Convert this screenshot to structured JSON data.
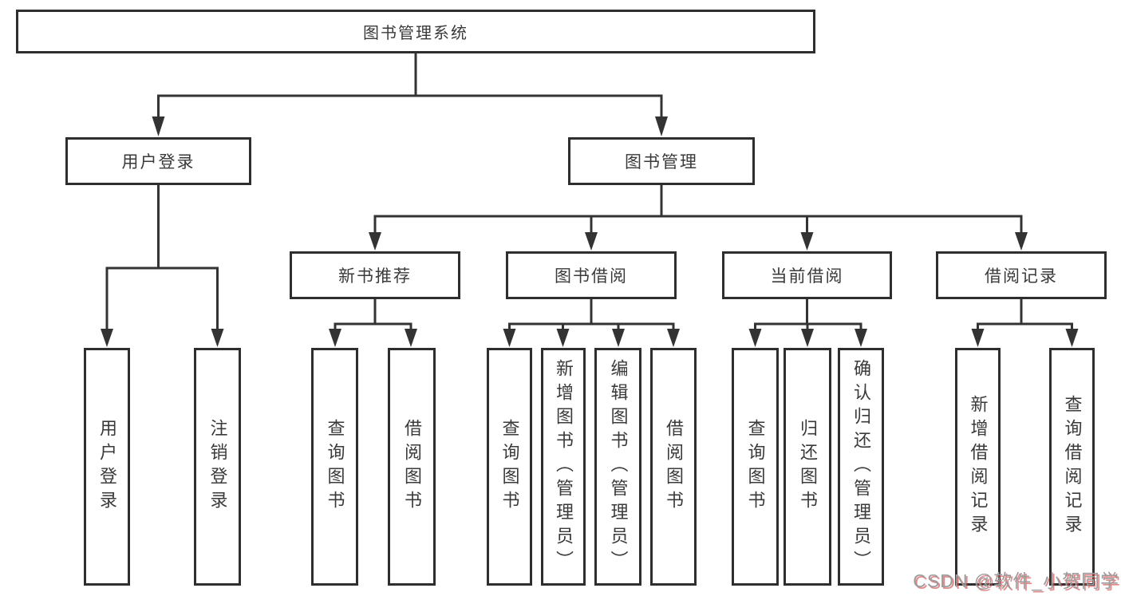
{
  "diagram_title": "图书管理系统",
  "tree": {
    "root": {
      "label": "图书管理系统"
    },
    "level1": [
      {
        "id": "user-login",
        "label": "用户登录"
      },
      {
        "id": "book-management",
        "label": "图书管理"
      }
    ],
    "level2": [
      {
        "id": "new-book-recommend",
        "parent": "图书管理",
        "label": "新书推荐"
      },
      {
        "id": "book-borrowing",
        "parent": "图书管理",
        "label": "图书借阅"
      },
      {
        "id": "current-borrowing",
        "parent": "图书管理",
        "label": "当前借阅"
      },
      {
        "id": "borrowing-records",
        "parent": "图书管理",
        "label": "借阅记录"
      }
    ],
    "leaves": [
      {
        "parent": "用户登录",
        "label": "用户登录"
      },
      {
        "parent": "用户登录",
        "label": "注销登录"
      },
      {
        "parent": "新书推荐",
        "label": "查询图书"
      },
      {
        "parent": "新书推荐",
        "label": "借阅图书"
      },
      {
        "parent": "图书借阅",
        "label": "查询图书"
      },
      {
        "parent": "图书借阅",
        "label": "新增图书（管理员）"
      },
      {
        "parent": "图书借阅",
        "label": "编辑图书（管理员）"
      },
      {
        "parent": "图书借阅",
        "label": "借阅图书"
      },
      {
        "parent": "当前借阅",
        "label": "查询图书"
      },
      {
        "parent": "当前借阅",
        "label": "归还图书"
      },
      {
        "parent": "当前借阅",
        "label": "确认归还（管理员）"
      },
      {
        "parent": "借阅记录",
        "label": "新增借阅记录"
      },
      {
        "parent": "借阅记录",
        "label": "查询借阅记录"
      }
    ]
  },
  "watermark": "CSDN @软件_小贺同学",
  "colors": {
    "background": "#ffffff",
    "line": "#333333",
    "box_border": "#2e2e2e",
    "text": "#3a3a3a",
    "watermark_gray": "#9c9c9c",
    "watermark_red": "#d44a4a"
  }
}
